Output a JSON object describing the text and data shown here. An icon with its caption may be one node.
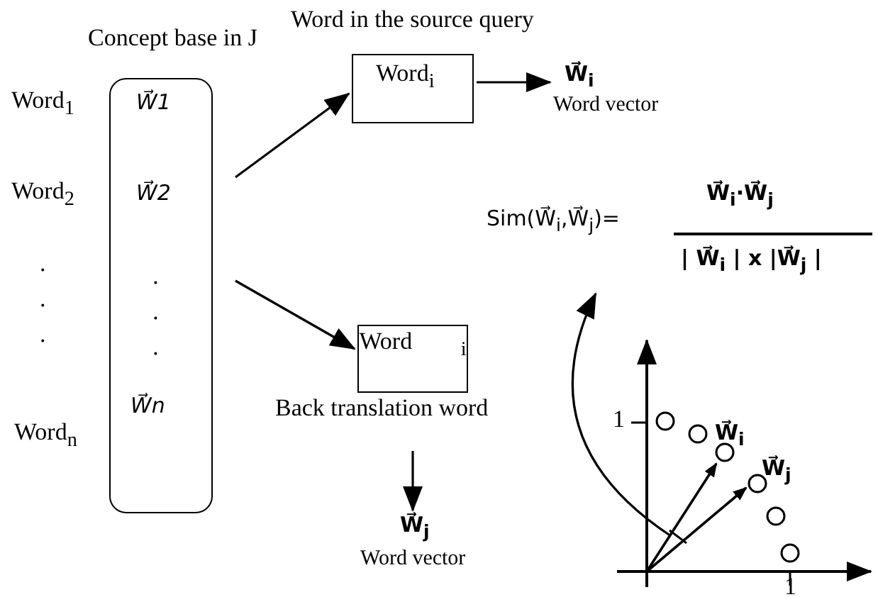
{
  "diagram": {
    "nodes": [
      {
        "text": [
          "Concept base in J",
          "W⃗1",
          "W⃗2",
          ".",
          ".",
          ".",
          "W⃗n"
        ],
        "beside": [
          "Word$_{1}$",
          "Word$_{2}$",
          ".",
          ".",
          ".",
          "Word$_{n}$"
        ]
      },
      {
        "text": [
          "Word in the source query",
          "Word$_{i}$"
        ]
      },
      {
        "text": [
          "W⃗$_{i}$",
          "Word vector"
        ]
      },
      {
        "text": [
          "Word $_{i}$",
          "Back translation word"
        ]
      },
      {
        "text": [
          "W⃗$_{j}$",
          "Word vector"
        ]
      },
      {
        "text": [
          "Sim(W⃗$_{i}$,W⃗$_{j}$)=",
          "W⃗$_{i}$·W⃗$_{j}$",
          "| W⃗$_{i}$ | x |W⃗$_{j}$ |"
        ]
      },
      {
        "text": [],
        "shape": "arc"
      }
    ],
    "edges": [
      {
        "from": 0,
        "to": 1,
        "arrow": "to"
      },
      {
        "from": 0,
        "to": 3,
        "arrow": "to"
      },
      {
        "from": 1,
        "to": 2,
        "arrow": "to"
      },
      {
        "from": 3,
        "to": 4,
        "arrow": "to"
      },
      {
        "from": 6,
        "to": 5,
        "arrow": "to"
      }
    ],
    "labels": [
      "1",
      "W⃗$_{i}$",
      "W⃗$_{j}$",
      "1"
    ]
  }
}
